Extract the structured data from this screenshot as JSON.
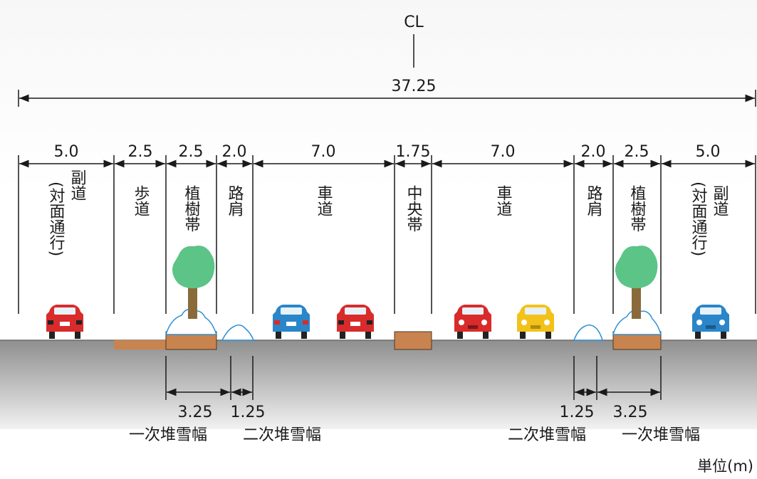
{
  "centerline_label": "CL",
  "total_width": "37.25",
  "segments": [
    {
      "width": "5.0",
      "label": "副道",
      "sublabel": "(対面通行)"
    },
    {
      "width": "2.5",
      "label": "歩道"
    },
    {
      "width": "2.5",
      "label": "植樹帯"
    },
    {
      "width": "2.0",
      "label": "路肩"
    },
    {
      "width": "7.0",
      "label": "車道"
    },
    {
      "width": "1.75",
      "label": "中央帯"
    },
    {
      "width": "7.0",
      "label": "車道"
    },
    {
      "width": "2.0",
      "label": "路肩"
    },
    {
      "width": "2.5",
      "label": "植樹帯"
    },
    {
      "width": "5.0",
      "label": "副道",
      "sublabel": "(対面通行)"
    }
  ],
  "snow": {
    "left": {
      "primary_width": "3.25",
      "secondary_width": "1.25",
      "primary_label": "一次堆雪幅",
      "secondary_label": "二次堆雪幅"
    },
    "right": {
      "primary_width": "3.25",
      "secondary_width": "1.25",
      "primary_label": "一次堆雪幅",
      "secondary_label": "二次堆雪幅"
    }
  },
  "unit_label": "単位(m)",
  "colors": {
    "car_red": "#d92b2b",
    "car_blue": "#2a86c8",
    "car_yellow": "#f2c21b",
    "tree_green": "#5cc486",
    "trunk": "#8a6a3a",
    "curb": "#c9834f",
    "snow_outline": "#2c8fd6",
    "road": "#9a9a9a"
  }
}
